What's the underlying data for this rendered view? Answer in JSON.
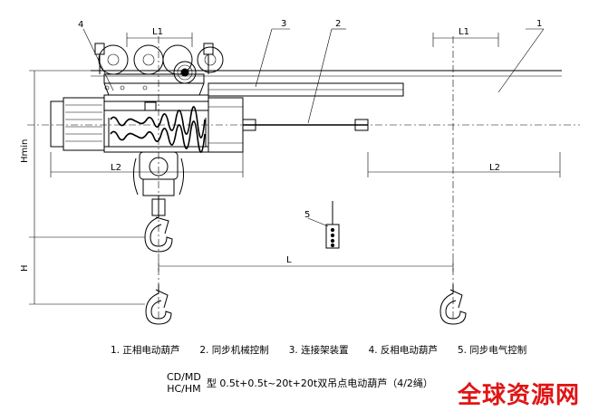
{
  "callouts": [
    "4",
    "3",
    "2",
    "1",
    "5"
  ],
  "dimensions": {
    "l1": "L1",
    "l2": "L2",
    "l": "L",
    "hmin": "Hmin",
    "h": "H"
  },
  "legend": [
    "1. 正相电动葫芦",
    "2. 同步机械控制",
    "3. 连接架装置",
    "4. 反相电动葫芦",
    "5. 同步电气控制"
  ],
  "title": {
    "model_top": "CD/MD",
    "model_bottom": "HC/HM",
    "text": "型 0.5t+0.5t~20t+20t双吊点电动葫芦（4/2绳）"
  },
  "watermark": "全球资源网"
}
